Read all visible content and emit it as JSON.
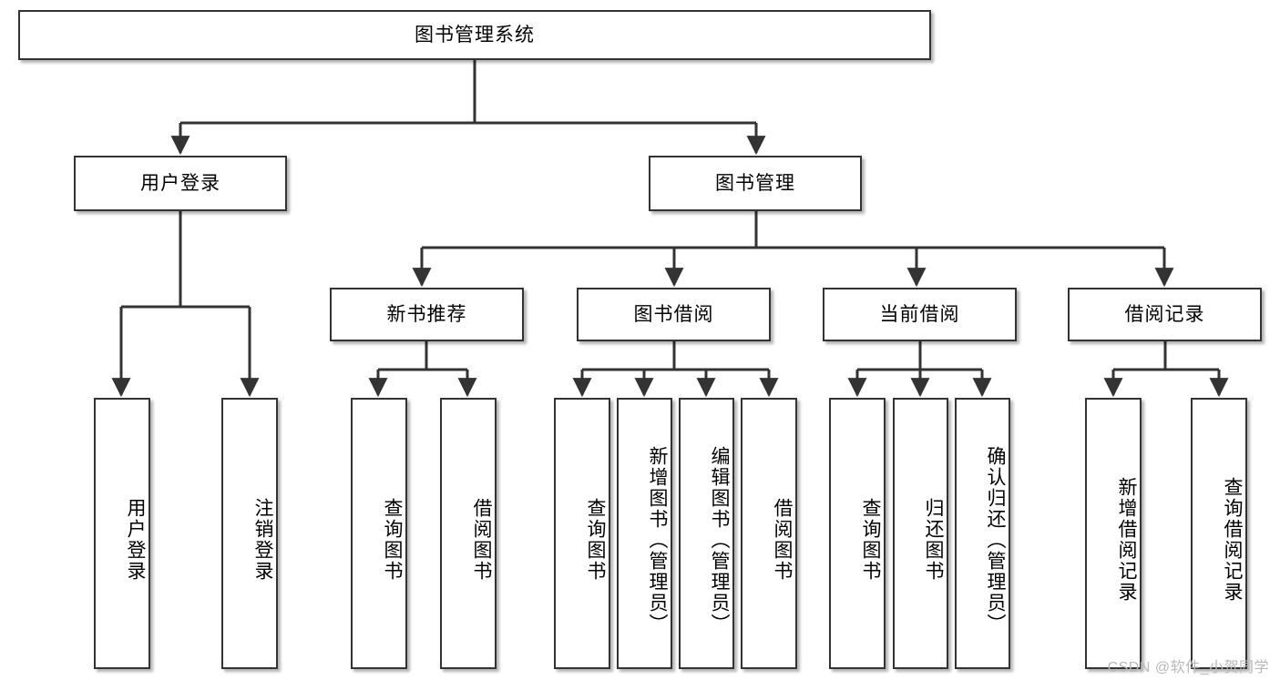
{
  "diagram": {
    "type": "tree-hierarchy-functional-decomposition",
    "title": "图书管理系统",
    "watermark": "CSDN @软件_小贺同学",
    "colors": {
      "background": "#ffffff",
      "node_border": "#333333",
      "node_fill": "#ffffff",
      "edge": "#333333",
      "text": "#000000",
      "watermark": "#b9b9b9"
    },
    "nodes": {
      "root": {
        "label": "图书管理系统",
        "orientation": "horizontal"
      },
      "level2": [
        {
          "id": "user-login",
          "label": "用户登录",
          "orientation": "horizontal"
        },
        {
          "id": "book-management",
          "label": "图书管理",
          "orientation": "horizontal"
        }
      ],
      "level3": [
        {
          "id": "new-book-recommend",
          "label": "新书推荐",
          "orientation": "horizontal"
        },
        {
          "id": "book-borrow",
          "label": "图书借阅",
          "orientation": "horizontal"
        },
        {
          "id": "current-borrow",
          "label": "当前借阅",
          "orientation": "horizontal"
        },
        {
          "id": "borrow-record",
          "label": "借阅记录",
          "orientation": "horizontal"
        }
      ],
      "leaves": [
        {
          "id": "leaf-user-login",
          "label": "用户登录",
          "parent": "user-login",
          "orientation": "vertical"
        },
        {
          "id": "leaf-logout-login",
          "label": "注销登录",
          "parent": "user-login",
          "orientation": "vertical"
        },
        {
          "id": "leaf-query-book-1",
          "label": "查询图书",
          "parent": "new-book-recommend",
          "orientation": "vertical"
        },
        {
          "id": "leaf-borrow-book-1",
          "label": "借阅图书",
          "parent": "new-book-recommend",
          "orientation": "vertical"
        },
        {
          "id": "leaf-query-book-2",
          "label": "查询图书",
          "parent": "book-borrow",
          "orientation": "vertical"
        },
        {
          "id": "leaf-add-book",
          "label": "新增图书（管理员）",
          "parent": "book-borrow",
          "orientation": "vertical"
        },
        {
          "id": "leaf-edit-book",
          "label": "编辑图书（管理员）",
          "parent": "book-borrow",
          "orientation": "vertical"
        },
        {
          "id": "leaf-borrow-book-2",
          "label": "借阅图书",
          "parent": "book-borrow",
          "orientation": "vertical"
        },
        {
          "id": "leaf-query-book-3",
          "label": "查询图书",
          "parent": "current-borrow",
          "orientation": "vertical"
        },
        {
          "id": "leaf-return-book",
          "label": "归还图书",
          "parent": "current-borrow",
          "orientation": "vertical"
        },
        {
          "id": "leaf-confirm-return",
          "label": "确认归还（管理员）",
          "parent": "current-borrow",
          "orientation": "vertical"
        },
        {
          "id": "leaf-add-record",
          "label": "新增借阅记录",
          "parent": "borrow-record",
          "orientation": "vertical"
        },
        {
          "id": "leaf-query-record",
          "label": "查询借阅记录",
          "parent": "borrow-record",
          "orientation": "vertical"
        }
      ]
    }
  }
}
